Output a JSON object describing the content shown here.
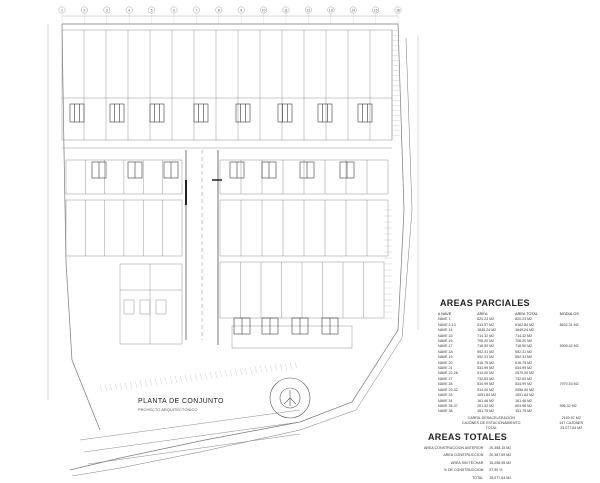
{
  "plan": {
    "title": "PLANTA DE CONJUNTO",
    "subtitle": "PROYECTO ARQUITECTÓNICO"
  },
  "axis_numbers": [
    "1",
    "2",
    "3",
    "4",
    "5",
    "6",
    "7",
    "8",
    "9",
    "10",
    "11",
    "12",
    "13",
    "14",
    "15",
    "16"
  ],
  "areas_parciales": {
    "title": "AREAS PARCIALES",
    "headers": [
      "# NAVE",
      "AREA",
      "AREA TOTAL",
      "MODULOS"
    ],
    "rows": [
      [
        "NAVE 1",
        "820.23 M2",
        "820.23 M2",
        ""
      ],
      [
        "NAVE 2-13",
        "513.57 M2",
        "6162.84 M2",
        "8632.31 M2"
      ],
      [
        "NAVE 14",
        "1649.24 M2",
        "1649.24 M2",
        ""
      ],
      [
        "NAVE 15",
        "714.32 M2",
        "714.32 M2",
        ""
      ],
      [
        "NAVE 16",
        "706.20 M2",
        "706.20 M2",
        ""
      ],
      [
        "NAVE 17",
        "716.90 M2",
        "716.90 M2",
        "5909.42 M2"
      ],
      [
        "NAVE 18",
        "592.31 M2",
        "592.31 M2",
        ""
      ],
      [
        "NAVE 19",
        "592.31 M2",
        "592.31 M2",
        ""
      ],
      [
        "NAVE 20",
        "616.75 M2",
        "616.75 M2",
        ""
      ],
      [
        "NAVE 21",
        "534.99 M2",
        "534.99 M2",
        ""
      ],
      [
        "NAVE 22-26",
        "514.00 M2",
        "2570.00 M2",
        ""
      ],
      [
        "NAVE 27",
        "732.63 M2",
        "732.63 M2",
        ""
      ],
      [
        "NAVE 28",
        "534.99 M2",
        "534.99 M2",
        "7970.53 M2"
      ],
      [
        "NAVE 29-32",
        "514.00 M2",
        "2056.00 M2",
        ""
      ],
      [
        "NAVE 33",
        "1051.84 M2",
        "1051.84 M2",
        ""
      ],
      [
        "NAVE 34",
        "161.46 M2",
        "161.46 M2",
        ""
      ],
      [
        "NAVE 35-37",
        "201.32 M2",
        "603.96 M2",
        "996.32 M2"
      ],
      [
        "NAVE 38",
        "151.75 M2",
        "151.75 M2",
        ""
      ]
    ],
    "summary": [
      [
        "CARRIL DESACELERACIÓN",
        "2100.57 M2"
      ],
      [
        "CAJONES DE ESTACIONAMIENTO",
        "147 CAJONES"
      ],
      [
        "TOTAL",
        "25,077.64 M2"
      ]
    ]
  },
  "areas_totales": {
    "title": "AREAS TOTALES",
    "rows": [
      [
        "AREA CONSTRUCCION ANTERIOR",
        "20,358.15 M2"
      ],
      [
        "AREA CONSTRUCCION",
        "20,387.69 M2"
      ],
      [
        "AREA SIN TECHAR",
        "15,296.95 M2"
      ],
      [
        "% DE CONSTRUCCION",
        "57.99 %"
      ],
      [
        "TOTAL",
        "25,077.64 M2"
      ]
    ]
  },
  "colors": {
    "line": "#8a8a8a",
    "line_light": "#c4c4c4",
    "dark": "#222222"
  }
}
